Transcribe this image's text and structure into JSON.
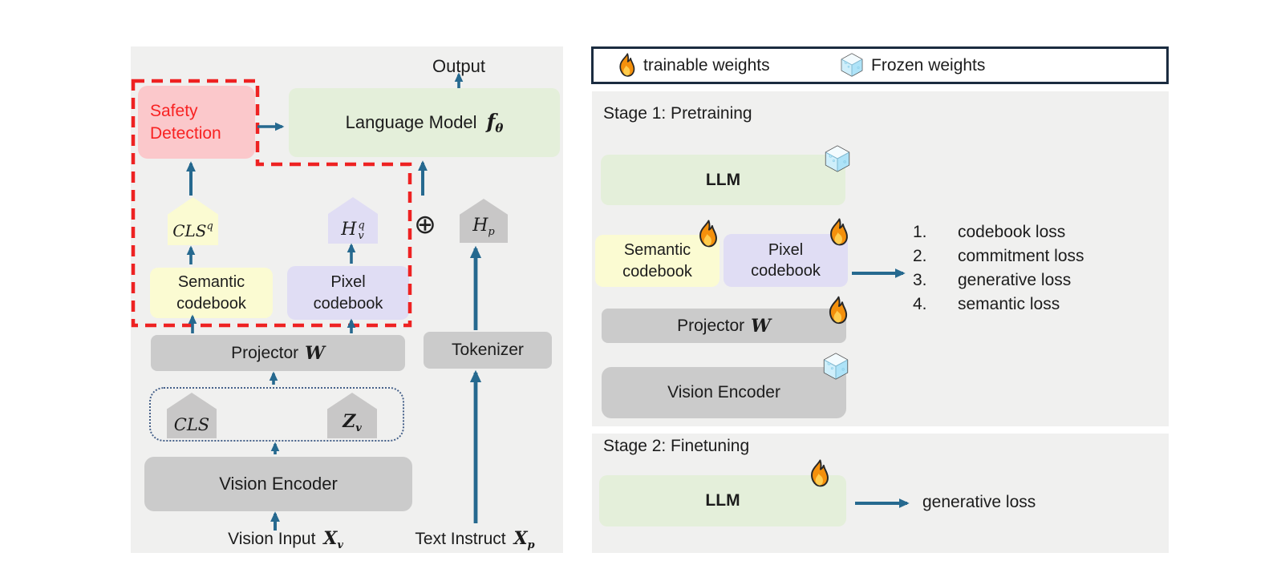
{
  "colors": {
    "panel": "#f0f0ef",
    "green": "#e4efda",
    "pink": "#fbc8cb",
    "yellow": "#fbfbd2",
    "purple": "#e0ddf4",
    "gray": "#cbcbcb",
    "pentgray": "#c8c7c7",
    "arrow": "#26698f",
    "red_dash": "#ee2222",
    "red_text": "#f82222",
    "legend_border": "#1b2c40"
  },
  "left": {
    "output": "Output",
    "language_model": "Language Model",
    "f": "f",
    "theta": "θ",
    "safety": "Safety Detection",
    "cls_q_base": "CLS",
    "cls_q_sup": "q",
    "hv_base": "H",
    "hv_sup": "q",
    "hv_sub": "v",
    "plus": "⊕",
    "hp_base": "H",
    "hp_sub": "p",
    "semantic": "Semantic codebook",
    "pixel": "Pixel codebook",
    "projector": "Projector",
    "projector_w": "W",
    "tokenizer": "Tokenizer",
    "cls": "CLS",
    "zv_base": "Z",
    "zv_sub": "v",
    "vision_encoder": "Vision Encoder",
    "vision_input": "Vision Input",
    "xv_base": "X",
    "xv_sub": "v",
    "text_instruct": "Text Instruct",
    "xp_base": "X",
    "xp_sub": "p"
  },
  "legend": {
    "trainable": "trainable weights",
    "frozen": "Frozen weights"
  },
  "stage1": {
    "title": "Stage 1: Pretraining",
    "llm": "LLM",
    "semantic": "Semantic codebook",
    "pixel": "Pixel codebook",
    "projector": "Projector",
    "projector_w": "W",
    "vision_encoder": "Vision Encoder",
    "losses": [
      {
        "num": "1.",
        "label": "codebook  loss"
      },
      {
        "num": "2.",
        "label": "commitment loss"
      },
      {
        "num": "3.",
        "label": "generative loss"
      },
      {
        "num": "4.",
        "label": "semantic  loss"
      }
    ]
  },
  "stage2": {
    "title": "Stage 2: Finetuning",
    "llm": "LLM",
    "loss": "generative  loss"
  }
}
